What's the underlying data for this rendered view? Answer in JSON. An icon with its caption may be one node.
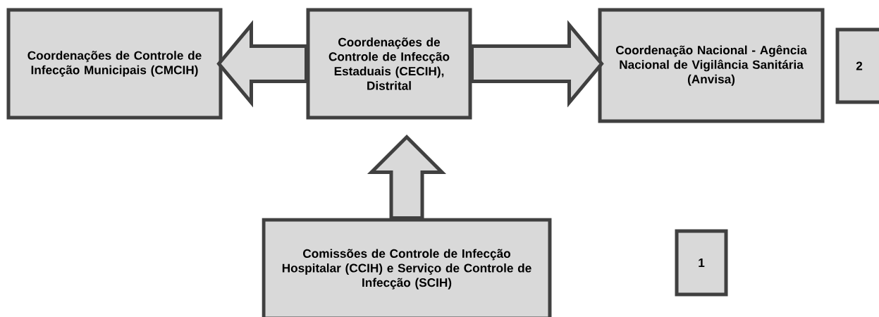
{
  "diagram": {
    "nodes": [
      {
        "text": [
          "Coordenações de Controle de Infecção Municipais (CMCIH)"
        ]
      },
      {
        "text": [
          "Coordenações de Controle de Infecção Estaduais (CECIH), Distrital"
        ]
      },
      {
        "text": [
          "Coordenação Nacional - Agência Nacional de Vigilância Sanitária (Anvisa)"
        ]
      },
      {
        "text": [
          "2"
        ]
      },
      {
        "text": [
          "Comissões de Controle de Infecção Hospitalar  (CCIH)  e Serviço de Controle de Infecção (SCIH)"
        ]
      },
      {
        "text": [
          "1"
        ]
      }
    ],
    "edges": [
      {
        "from": 1,
        "to": 0,
        "arrow": "to"
      },
      {
        "from": 1,
        "to": 2,
        "arrow": "to"
      },
      {
        "from": 4,
        "to": 1,
        "arrow": "to"
      }
    ]
  }
}
